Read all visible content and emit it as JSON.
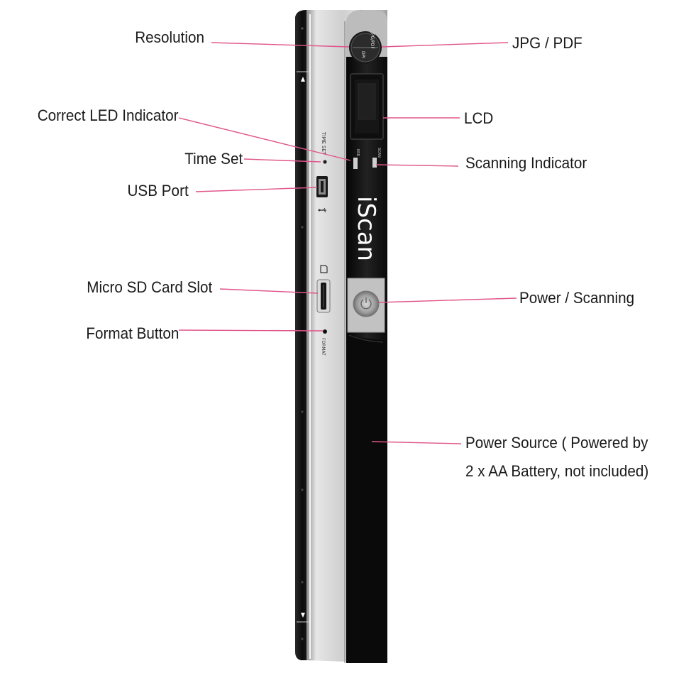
{
  "colors": {
    "leader_line": "#e0568a",
    "body_black": "#111111",
    "body_silver": "#c9c9c9",
    "lcd_dark": "#1c1c1c",
    "background": "#ffffff"
  },
  "callouts": {
    "resolution": "Resolution",
    "correct_led": "Correct LED Indicator",
    "time_set": "Time Set",
    "usb_port": "USB Port",
    "micro_sd": "Micro SD Card Slot",
    "format_button": "Format Button",
    "jpg_pdf": "JPG / PDF",
    "lcd": "LCD",
    "scanning_indicator": "Scanning Indicator",
    "power_scanning": "Power / Scanning",
    "power_source_line1": "Power Source ( Powered by",
    "power_source_line2": "2 x AA Battery, not included)"
  },
  "device": {
    "brand": "iScan",
    "button_top_label": "JPG/PDF",
    "button_bottom_label": "DPI",
    "lcd_label_left": "ERR",
    "lcd_label_right": "SCAN",
    "time_set_label": "TIME SET",
    "format_label": "FORMAT",
    "icons": [
      "usb-icon",
      "sd-card-icon",
      "power-icon",
      "arrow-up-icon",
      "arrow-down-icon"
    ]
  }
}
